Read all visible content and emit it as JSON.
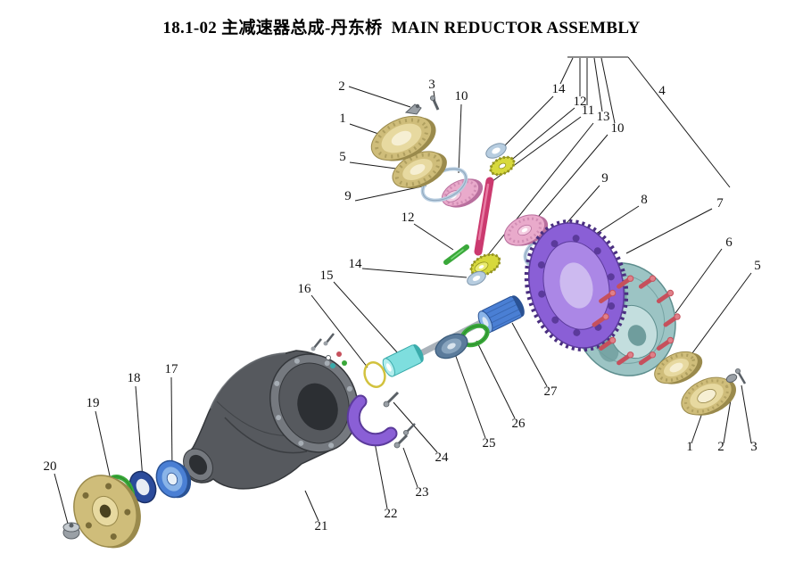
{
  "title": "18.1-02 主减速器总成-丹东桥  MAIN REDUCTOR ASSEMBLY",
  "callouts": [
    "2",
    "3",
    "10",
    "14",
    "12",
    "11",
    "13",
    "10",
    "4",
    "1",
    "5",
    "9",
    "12",
    "14",
    "15",
    "16",
    "9",
    "8",
    "7",
    "6",
    "5",
    "27",
    "26",
    "25",
    "24",
    "23",
    "22",
    "21",
    "17",
    "18",
    "19",
    "20",
    "1",
    "2",
    "3"
  ],
  "colors": {
    "line": "#1a1a1a",
    "text": "#111111",
    "tan": "#cfbd7a",
    "tan_light": "#e7d9a0",
    "tan_pale": "#f6efd3",
    "tan_dark": "#9a8a4c",
    "pink": "#e9aacb",
    "pink_light": "#f4cce1",
    "pink_dark": "#b96f9e",
    "yellow": "#d7d93c",
    "yellow_dark": "#94941e",
    "magenta": "#cb3a6f",
    "magenta_light": "#e87ba3",
    "purple": "#8a5fd6",
    "purple_light": "#ab87e6",
    "purple_dark": "#5b3a9b",
    "purple_hole": "#cdbaf0",
    "teal": "#9cc4c4",
    "teal_light": "#c3dede",
    "teal_dark": "#5e8e8e",
    "teal_deep": "#6f9d9d",
    "red": "#c6505c",
    "red_light": "#df8089",
    "blue": "#4a7fd4",
    "blue_light": "#8ab4e8",
    "blue_dark": "#2a5294",
    "slate": "#5b7b9b",
    "slate_light": "#87a3bd",
    "slate_pale": "#d9e4ee",
    "green": "#3aa83a",
    "green_dark": "#1f7a1f",
    "cyan": "#7edede",
    "cyan_light": "#b4eeee",
    "cyan_dark": "#3aabab",
    "navy": "#2b4b9b",
    "gray": "#9aa0a6",
    "gray_light": "#c4cacf",
    "gray_dark": "#5a6066",
    "housing": "#56595e",
    "housing_light": "#75797f",
    "housing_dark": "#34373b",
    "housing_hole": "#2c2f33",
    "lightblue": "#b7cde0",
    "lightblue_dark": "#7e96ac"
  }
}
